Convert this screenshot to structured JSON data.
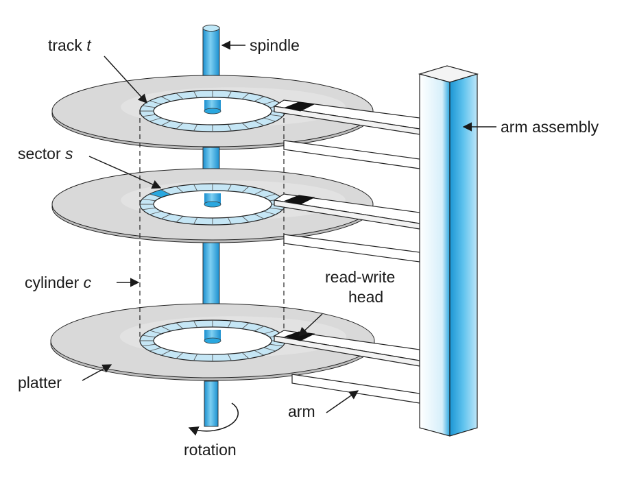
{
  "labels": {
    "spindle": "spindle",
    "track_prefix": "track ",
    "track_var": "t",
    "sector_prefix": "sector ",
    "sector_var": "s",
    "arm_assembly": "arm assembly",
    "cylinder_prefix": "cylinder ",
    "cylinder_var": "c",
    "read_write_line1": "read-write",
    "read_write_line2": "head",
    "platter": "platter",
    "arm": "arm",
    "rotation": "rotation"
  },
  "colors": {
    "platter_fill": "#d9d9d9",
    "track_ring": "#c5e6f5",
    "sector_highlight": "#29a8e0",
    "spindle_blue": "#2aa7df",
    "head": "#111111",
    "outline": "#222222"
  }
}
